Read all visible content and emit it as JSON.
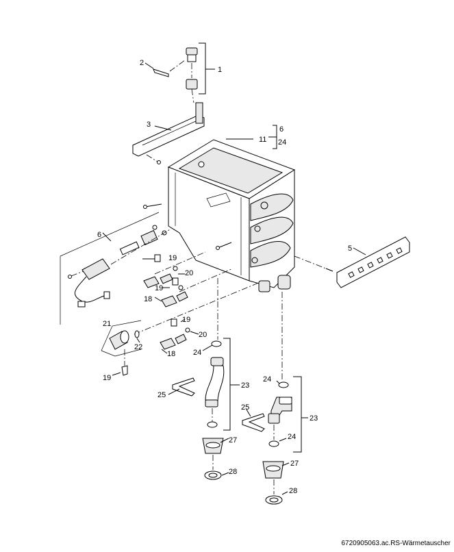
{
  "labels": {
    "p1": "1",
    "p2": "2",
    "p3": "3",
    "p5": "5",
    "p6a": "6",
    "p6b": "6",
    "p24a": "24",
    "p11": "11",
    "p19a": "19",
    "p19b": "19",
    "p19c": "19",
    "p19d": "19",
    "p20a": "20",
    "p20b": "20",
    "p18a": "18",
    "p18b": "18",
    "p21": "21",
    "p22": "22",
    "p24b": "24",
    "p24c": "24",
    "p24d": "24",
    "p23a": "23",
    "p23b": "23",
    "p25a": "25",
    "p25b": "25",
    "p27a": "27",
    "p27b": "27",
    "p28a": "28",
    "p28b": "28"
  },
  "caption": "6720905063.ac.RS-Wärmetauscher"
}
